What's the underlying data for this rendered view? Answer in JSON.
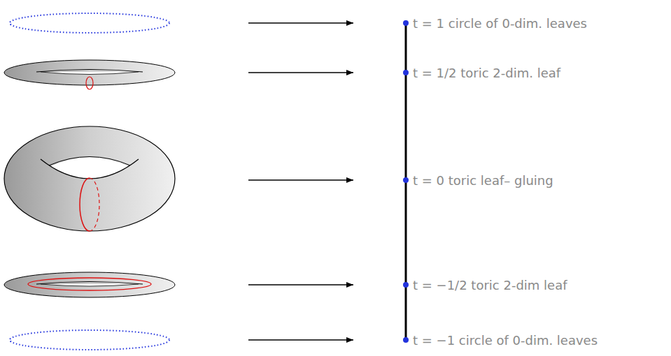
{
  "diagram": {
    "labels": [
      "t = 1 circle of 0-dim. leaves",
      "t = 1/2 toric 2-dim. leaf",
      "t = 0 toric leaf– gluing",
      "t = −1/2 toric 2-dim leaf",
      "t = −1 circle of 0-dim. leaves"
    ]
  }
}
